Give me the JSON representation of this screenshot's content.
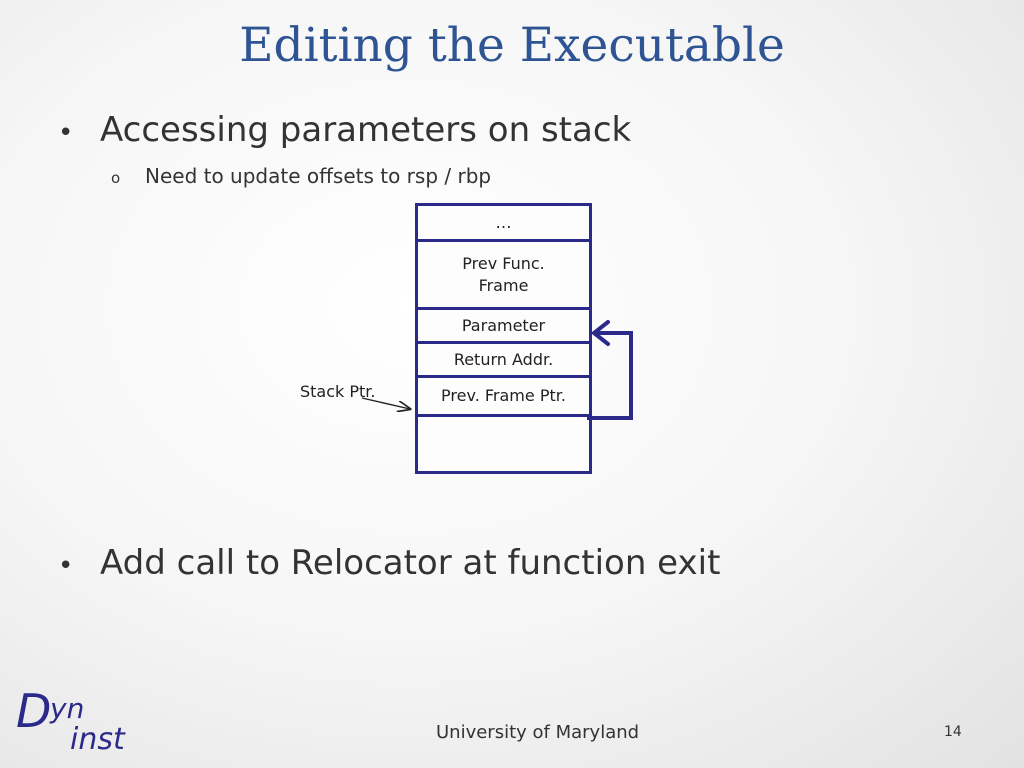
{
  "slide": {
    "title": "Editing the Executable",
    "bullets": [
      "Accessing parameters on stack",
      "Add call to Relocator at function exit"
    ],
    "sub_bullet": "Need to update offsets to rsp / rbp",
    "bullet_symbol": "•",
    "sub_bullet_symbol": "o"
  },
  "diagram": {
    "cells": [
      "…",
      "Prev Func.\nFrame",
      "Parameter",
      "Return Addr.",
      "Prev. Frame Ptr.",
      ""
    ],
    "pointer_label": "Stack Ptr.",
    "accent_color": "#2b2a8a"
  },
  "footer": {
    "logo_d": "D",
    "logo_yn": "yn",
    "logo_inst": "inst",
    "institution": "University of Maryland",
    "page_number": "14"
  }
}
